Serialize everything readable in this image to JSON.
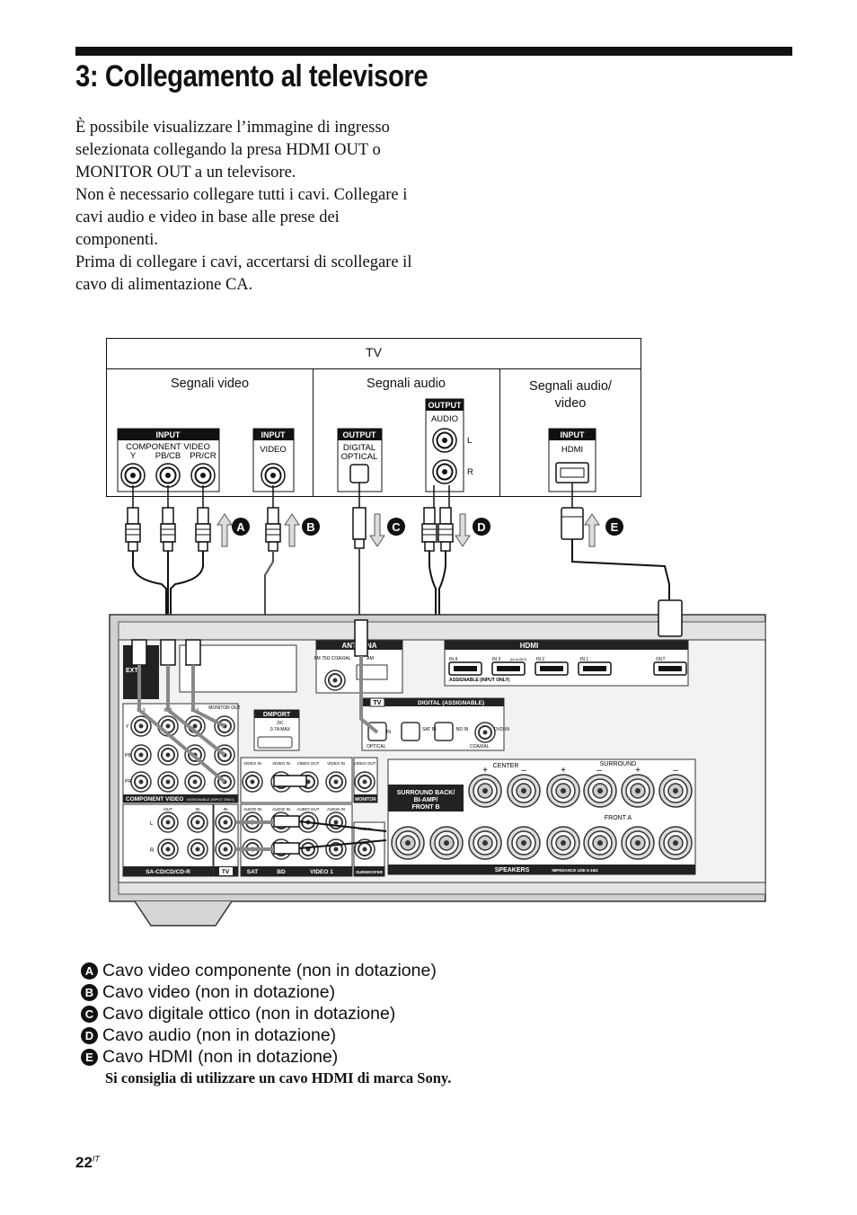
{
  "page": {
    "title": "3: Collegamento al televisore",
    "intro": [
      "È possibile visualizzare l’immagine di ingresso selezionata collegando la presa HDMI OUT o MONITOR OUT a un televisore.",
      "Non è necessario collegare tutti i cavi. Collegare i cavi audio e video in base alle prese dei componenti.",
      "Prima di collegare i cavi, accertarsi di scollegare il cavo di alimentazione CA."
    ],
    "page_number": "22",
    "page_suffix": "IT"
  },
  "tv": {
    "label": "TV",
    "col_video": "Segnali video",
    "col_audio": "Segnali audio",
    "col_av_line1": "Segnali audio/",
    "col_av_line2": "video",
    "input_label": "INPUT",
    "output_label": "OUTPUT",
    "component_video": "COMPONENT VIDEO",
    "y": "Y",
    "pb": "PB/CB",
    "pr": "PR/CR",
    "video": "VIDEO",
    "digital": "DIGITAL",
    "optical": "OPTICAL",
    "audio": "AUDIO",
    "l": "L",
    "r": "R",
    "hdmi": "HDMI"
  },
  "cable_letters": [
    "A",
    "B",
    "C",
    "D",
    "E"
  ],
  "receiver": {
    "antenna": "ANTENNA",
    "fm": "FM 75Ω COAXIAL",
    "am": "AM",
    "hdmi_title": "HDMI",
    "hdmi_in4": "IN 4",
    "hdmi_in3": "IN 3",
    "hdmi_in3_note": "(for AUDIO)",
    "hdmi_in2": "IN 2",
    "hdmi_in1": "IN 1",
    "hdmi_out": "OUT",
    "hdmi_assignable": "ASSIGNABLE (INPUT ONLY)",
    "tv_tag": "TV",
    "digital_title": "DIGITAL (ASSIGNABLE)",
    "optical_in": "IN",
    "optical_label": "OPTICAL",
    "sat_in": "SAT IN",
    "bd_in": "BD IN",
    "dvd_in": "DVD IN",
    "coaxial": "COAXIAL",
    "dmport": "DMPORT",
    "dmport_sub1": "DC",
    "dmport_sub2": "0.7A MAX",
    "comp_in3": "IN 3",
    "comp_in2": "IN 2",
    "comp_in1": "IN 1",
    "monitor_out": "MONITOR OUT",
    "comp_y": "Y",
    "comp_pb": "PB/CB",
    "comp_pr": "PR/CR",
    "component_video": "COMPONENT VIDEO",
    "comp_assignable": "ASSIGNABLE (INPUT ONLY)",
    "video_in": "VIDEO IN",
    "video_out": "VIDEO OUT",
    "audio_in": "AUDIO IN",
    "audio_out": "AUDIO OUT",
    "monitor": "MONITOR",
    "out": "OUT",
    "in": "IN",
    "audio": "AUDIO",
    "l": "L",
    "r": "R",
    "sacd": "SA-CD/CD/CD-R",
    "tv_label": "TV",
    "sat": "SAT",
    "bd": "BD",
    "video1": "VIDEO 1",
    "subwoofer": "SUBWOOFER",
    "surround_back": "SURROUND BACK/",
    "bi_amp": "BI-AMP/",
    "front_b": "FRONT B",
    "center": "CENTER",
    "surround": "SURROUND",
    "front_a": "FRONT A",
    "speakers": "SPEAKERS",
    "impedance": "IMPEDANCE USE 6-16Ω",
    "ext": "EXT",
    "plus": "+",
    "minus": "–"
  },
  "legend": [
    {
      "badge": "A",
      "text": "Cavo video componente (non in dotazione)"
    },
    {
      "badge": "B",
      "text": "Cavo video (non in dotazione)"
    },
    {
      "badge": "C",
      "text": "Cavo digitale ottico (non in dotazione)"
    },
    {
      "badge": "D",
      "text": "Cavo audio (non in dotazione)"
    },
    {
      "badge": "E",
      "text": "Cavo HDMI (non in dotazione)"
    }
  ],
  "note": "Si consiglia di utilizzare un cavo HDMI di marca Sony."
}
